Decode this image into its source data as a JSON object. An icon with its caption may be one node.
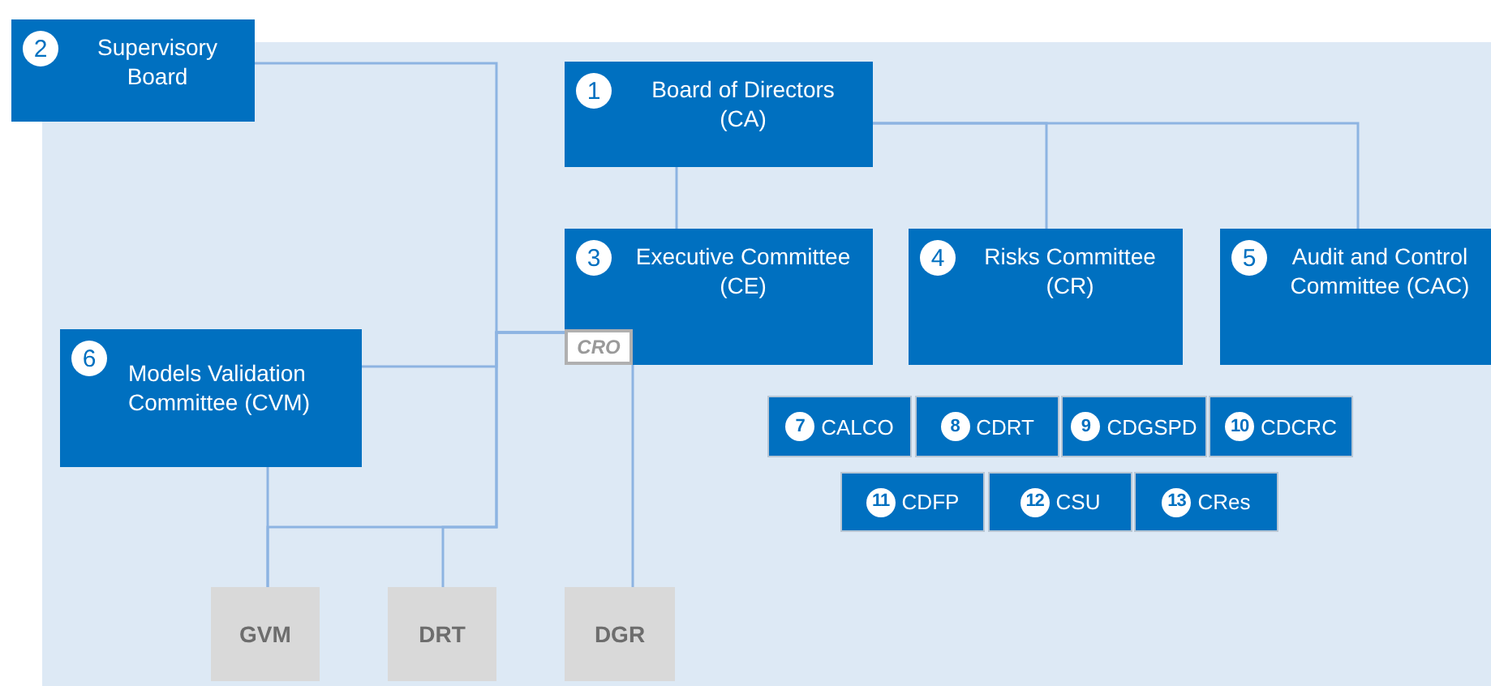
{
  "diagram": {
    "nodes": [
      {
        "text": [
          "2",
          "Supervisory Board"
        ]
      },
      {
        "text": [
          "1",
          "Board of Directors (CA)"
        ]
      },
      {
        "text": [
          "3",
          "Executive Committee (CE)"
        ]
      },
      {
        "text": [
          "CRO"
        ],
        "in": 2
      },
      {
        "text": [
          "4",
          "Risks Committee (CR)"
        ]
      },
      {
        "text": [
          "5",
          "Audit and Control Committee (CAC)"
        ]
      },
      {
        "text": [
          "6",
          "Models Validation Committee (CVM)"
        ]
      },
      {
        "text": [
          "7",
          "CALCO"
        ]
      },
      {
        "text": [
          "8",
          "CDRT"
        ]
      },
      {
        "text": [
          "9",
          "CDGSPD"
        ]
      },
      {
        "text": [
          "10",
          "CDCRC"
        ]
      },
      {
        "text": [
          "11",
          "CDFP"
        ]
      },
      {
        "text": [
          "12",
          "CSU"
        ]
      },
      {
        "text": [
          "13",
          "CRes"
        ]
      },
      {
        "text": [
          "GVM"
        ]
      },
      {
        "text": [
          "DRT"
        ]
      },
      {
        "text": [
          "DGR"
        ]
      }
    ],
    "edges": [
      {
        "from": 0,
        "to": 2,
        "arrow": "none"
      },
      {
        "from": 2,
        "to": 6,
        "arrow": "none"
      },
      {
        "from": 2,
        "to": 14,
        "arrow": "none"
      },
      {
        "from": 2,
        "to": 15,
        "arrow": "none"
      },
      {
        "from": 6,
        "to": 14,
        "arrow": "none"
      },
      {
        "from": 3,
        "to": 16,
        "arrow": "none"
      },
      {
        "from": 1,
        "to": 2,
        "arrow": "none"
      },
      {
        "from": 1,
        "to": 4,
        "arrow": "none"
      },
      {
        "from": 1,
        "to": 5,
        "arrow": "none"
      }
    ]
  }
}
